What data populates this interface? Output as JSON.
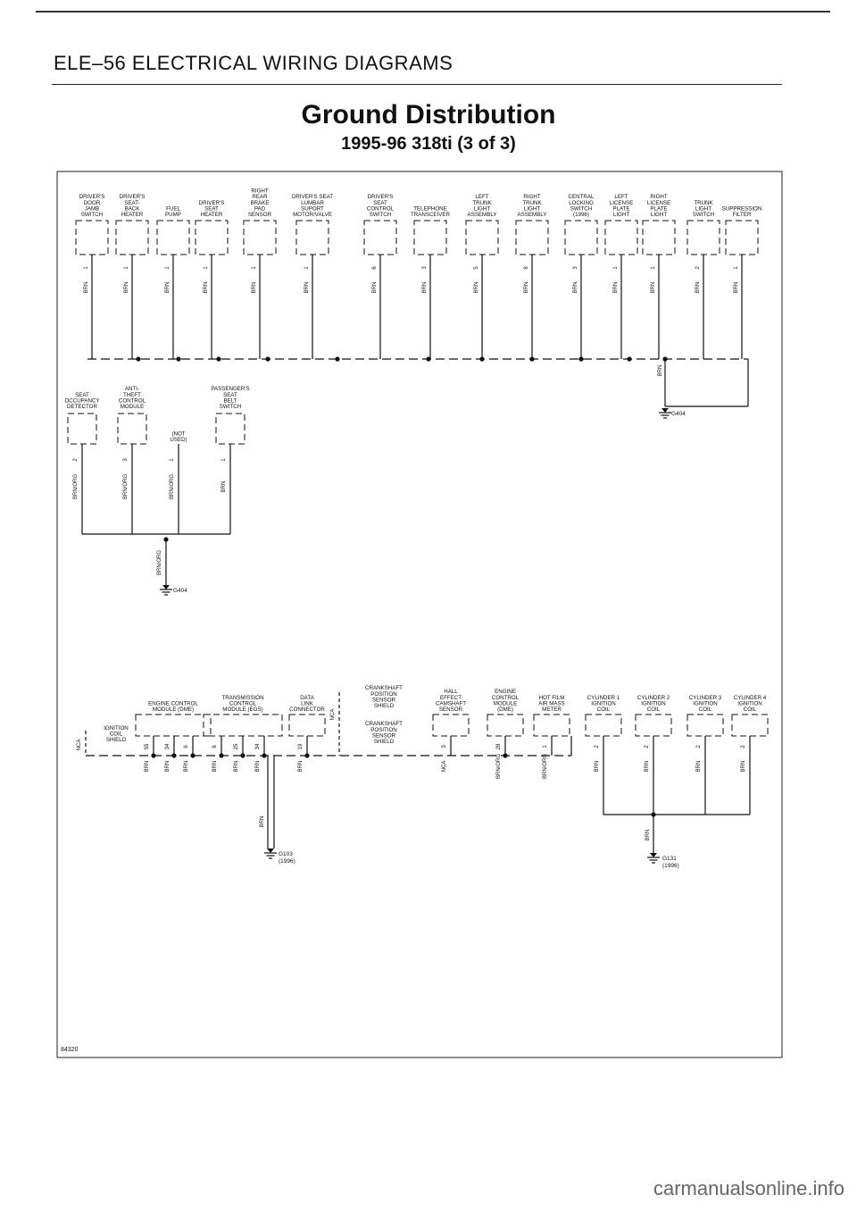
{
  "page": {
    "header": "ELE–56  ELECTRICAL WIRING DIAGRAMS",
    "title": "Ground Distribution",
    "subtitle": "1995-96 318ti (3 of 3)",
    "figure_id": "84320",
    "watermark": "carmanualsonline.info"
  },
  "top_components": [
    {
      "label": [
        "DRIVER'S",
        "DOOR",
        "JAMB",
        "SWITCH"
      ],
      "pin": "1",
      "wire": "BRN"
    },
    {
      "label": [
        "DRIVER'S",
        "SEAT-",
        "BACK",
        "HEATER"
      ],
      "pin": "1",
      "wire": "BRN"
    },
    {
      "label": [
        "FUEL",
        "PUMP"
      ],
      "pin": "1",
      "wire": "BRN"
    },
    {
      "label": [
        "DRIVER'S",
        "SEAT",
        "HEATER"
      ],
      "pin": "1",
      "wire": "BRN"
    },
    {
      "label": [
        "RIGHT",
        "REAR",
        "BRAKE",
        "PAD",
        "SENSOR"
      ],
      "pin": "1",
      "wire": "BRN"
    },
    {
      "label": [
        "DRIVER'S SEAT",
        "LUMBAR",
        "SUPORT",
        "MOTOR/VALVE"
      ],
      "pin": "1",
      "wire": "BRN"
    },
    {
      "label": [
        "DRIVER'S",
        "SEAT",
        "CONTROL",
        "SWITCH"
      ],
      "pin": "6",
      "wire": "BRN"
    },
    {
      "label": [
        "TELEPHONE",
        "TRANSCEIVER"
      ],
      "pin": "3",
      "wire": "BRN"
    },
    {
      "label": [
        "LEFT",
        "TRUNK",
        "LIGHT",
        "ASSEMBLY"
      ],
      "pin": "5",
      "wire": "BRN"
    },
    {
      "label": [
        "RIGHT",
        "TRUNK",
        "LIGHT",
        "ASSEMBLY"
      ],
      "pin": "8",
      "wire": "BRN"
    },
    {
      "label": [
        "CENTRAL",
        "LOCKING",
        "SWITCH",
        "(1996)"
      ],
      "pin": "3",
      "wire": "BRN"
    },
    {
      "label": [
        "LEFT",
        "LICENSE",
        "PLATE",
        "LIGHT"
      ],
      "pin": "1",
      "wire": "BRN"
    },
    {
      "label": [
        "RIGHT",
        "LICENSE",
        "PLATE",
        "LIGHT"
      ],
      "pin": "1",
      "wire": "BRN"
    },
    {
      "label": [
        "TRUNK",
        "LIGHT",
        "SWITCH"
      ],
      "pin": "2",
      "wire": "BRN"
    },
    {
      "label": [
        "SUPPRESSION",
        "FILTER"
      ],
      "pin": "1",
      "wire": "BRN"
    }
  ],
  "mid_components": [
    {
      "label": [
        "SEAT",
        "OCCUPANCY",
        "DETECTOR"
      ],
      "pin": "2",
      "wire": "BRN/ORG"
    },
    {
      "label": [
        "ANTI-",
        "THEFT",
        "CONTROL",
        "MODULE"
      ],
      "pin": "3",
      "wire": "BRN/ORG"
    },
    {
      "label": [
        "(NOT",
        "USED)"
      ],
      "pin": "1",
      "wire": "BRN/ORG"
    },
    {
      "label": [
        "PASSENGER'S",
        "SEAT",
        "BELT",
        "SWITCH"
      ],
      "pin": "1",
      "wire": "BRN"
    }
  ],
  "bottom_components": [
    {
      "label": [
        "ENGINE CONTROL",
        "MODULE (DME)"
      ],
      "pins": [
        "55",
        "34",
        "6"
      ],
      "wire": "BRN"
    },
    {
      "label": [
        "TRANSMISSION",
        "CONTROL",
        "MODULE (EGS)"
      ],
      "pins": [
        "6",
        "25",
        "34"
      ],
      "wire": "BRN"
    },
    {
      "label": [
        "DATA",
        "LINK",
        "CONNECTOR"
      ],
      "pins": [
        "19"
      ],
      "wire": "BRN"
    },
    {
      "label": [
        "HALL",
        "EFFECT",
        "CAMSHAFT",
        "SENSOR"
      ],
      "pins": [
        "3"
      ],
      "wire": "NCA"
    },
    {
      "label": [
        "ENGINE",
        "CONTROL",
        "MODULE",
        "(DME)"
      ],
      "pins": [
        "28"
      ],
      "wire": "BRN/ORG"
    },
    {
      "label": [
        "HOT FILM",
        "AIR MASS",
        "METER"
      ],
      "pins": [
        "1"
      ],
      "wire": "BRN/ORG"
    },
    {
      "label": [
        "CYLINDER 1",
        "IGNITION",
        "COIL"
      ],
      "pins": [
        "2"
      ],
      "wire": "BRN"
    },
    {
      "label": [
        "CYLINDER 2",
        "IGNITION",
        "COIL"
      ],
      "pins": [
        "2"
      ],
      "wire": "BRN"
    },
    {
      "label": [
        "CYLINDER 3",
        "IGNITION",
        "COIL"
      ],
      "pins": [
        "2"
      ],
      "wire": "BRN"
    },
    {
      "label": [
        "CYLINDER 4",
        "IGNITION",
        "COIL"
      ],
      "pins": [
        "2"
      ],
      "wire": "BRN"
    }
  ],
  "shields": {
    "ignition": [
      "IGNITION",
      "COIL",
      "SHIELD"
    ],
    "crank_position": [
      "CRANKSHAFT",
      "POSITION",
      "SENSOR",
      "SHIELD"
    ],
    "cam_position": [
      "CRANKSHAFT",
      "POSITION",
      "SENSOR",
      "SHIELD"
    ]
  },
  "grounds": [
    {
      "id": "G404",
      "note": ""
    },
    {
      "id": "G404",
      "note": ""
    },
    {
      "id": "G103",
      "note": "(1996)"
    },
    {
      "id": "G131",
      "note": "(1996)"
    }
  ],
  "wire_labels": {
    "brn": "BRN",
    "brn_org": "BRN/ORG",
    "nca": "NCA"
  }
}
